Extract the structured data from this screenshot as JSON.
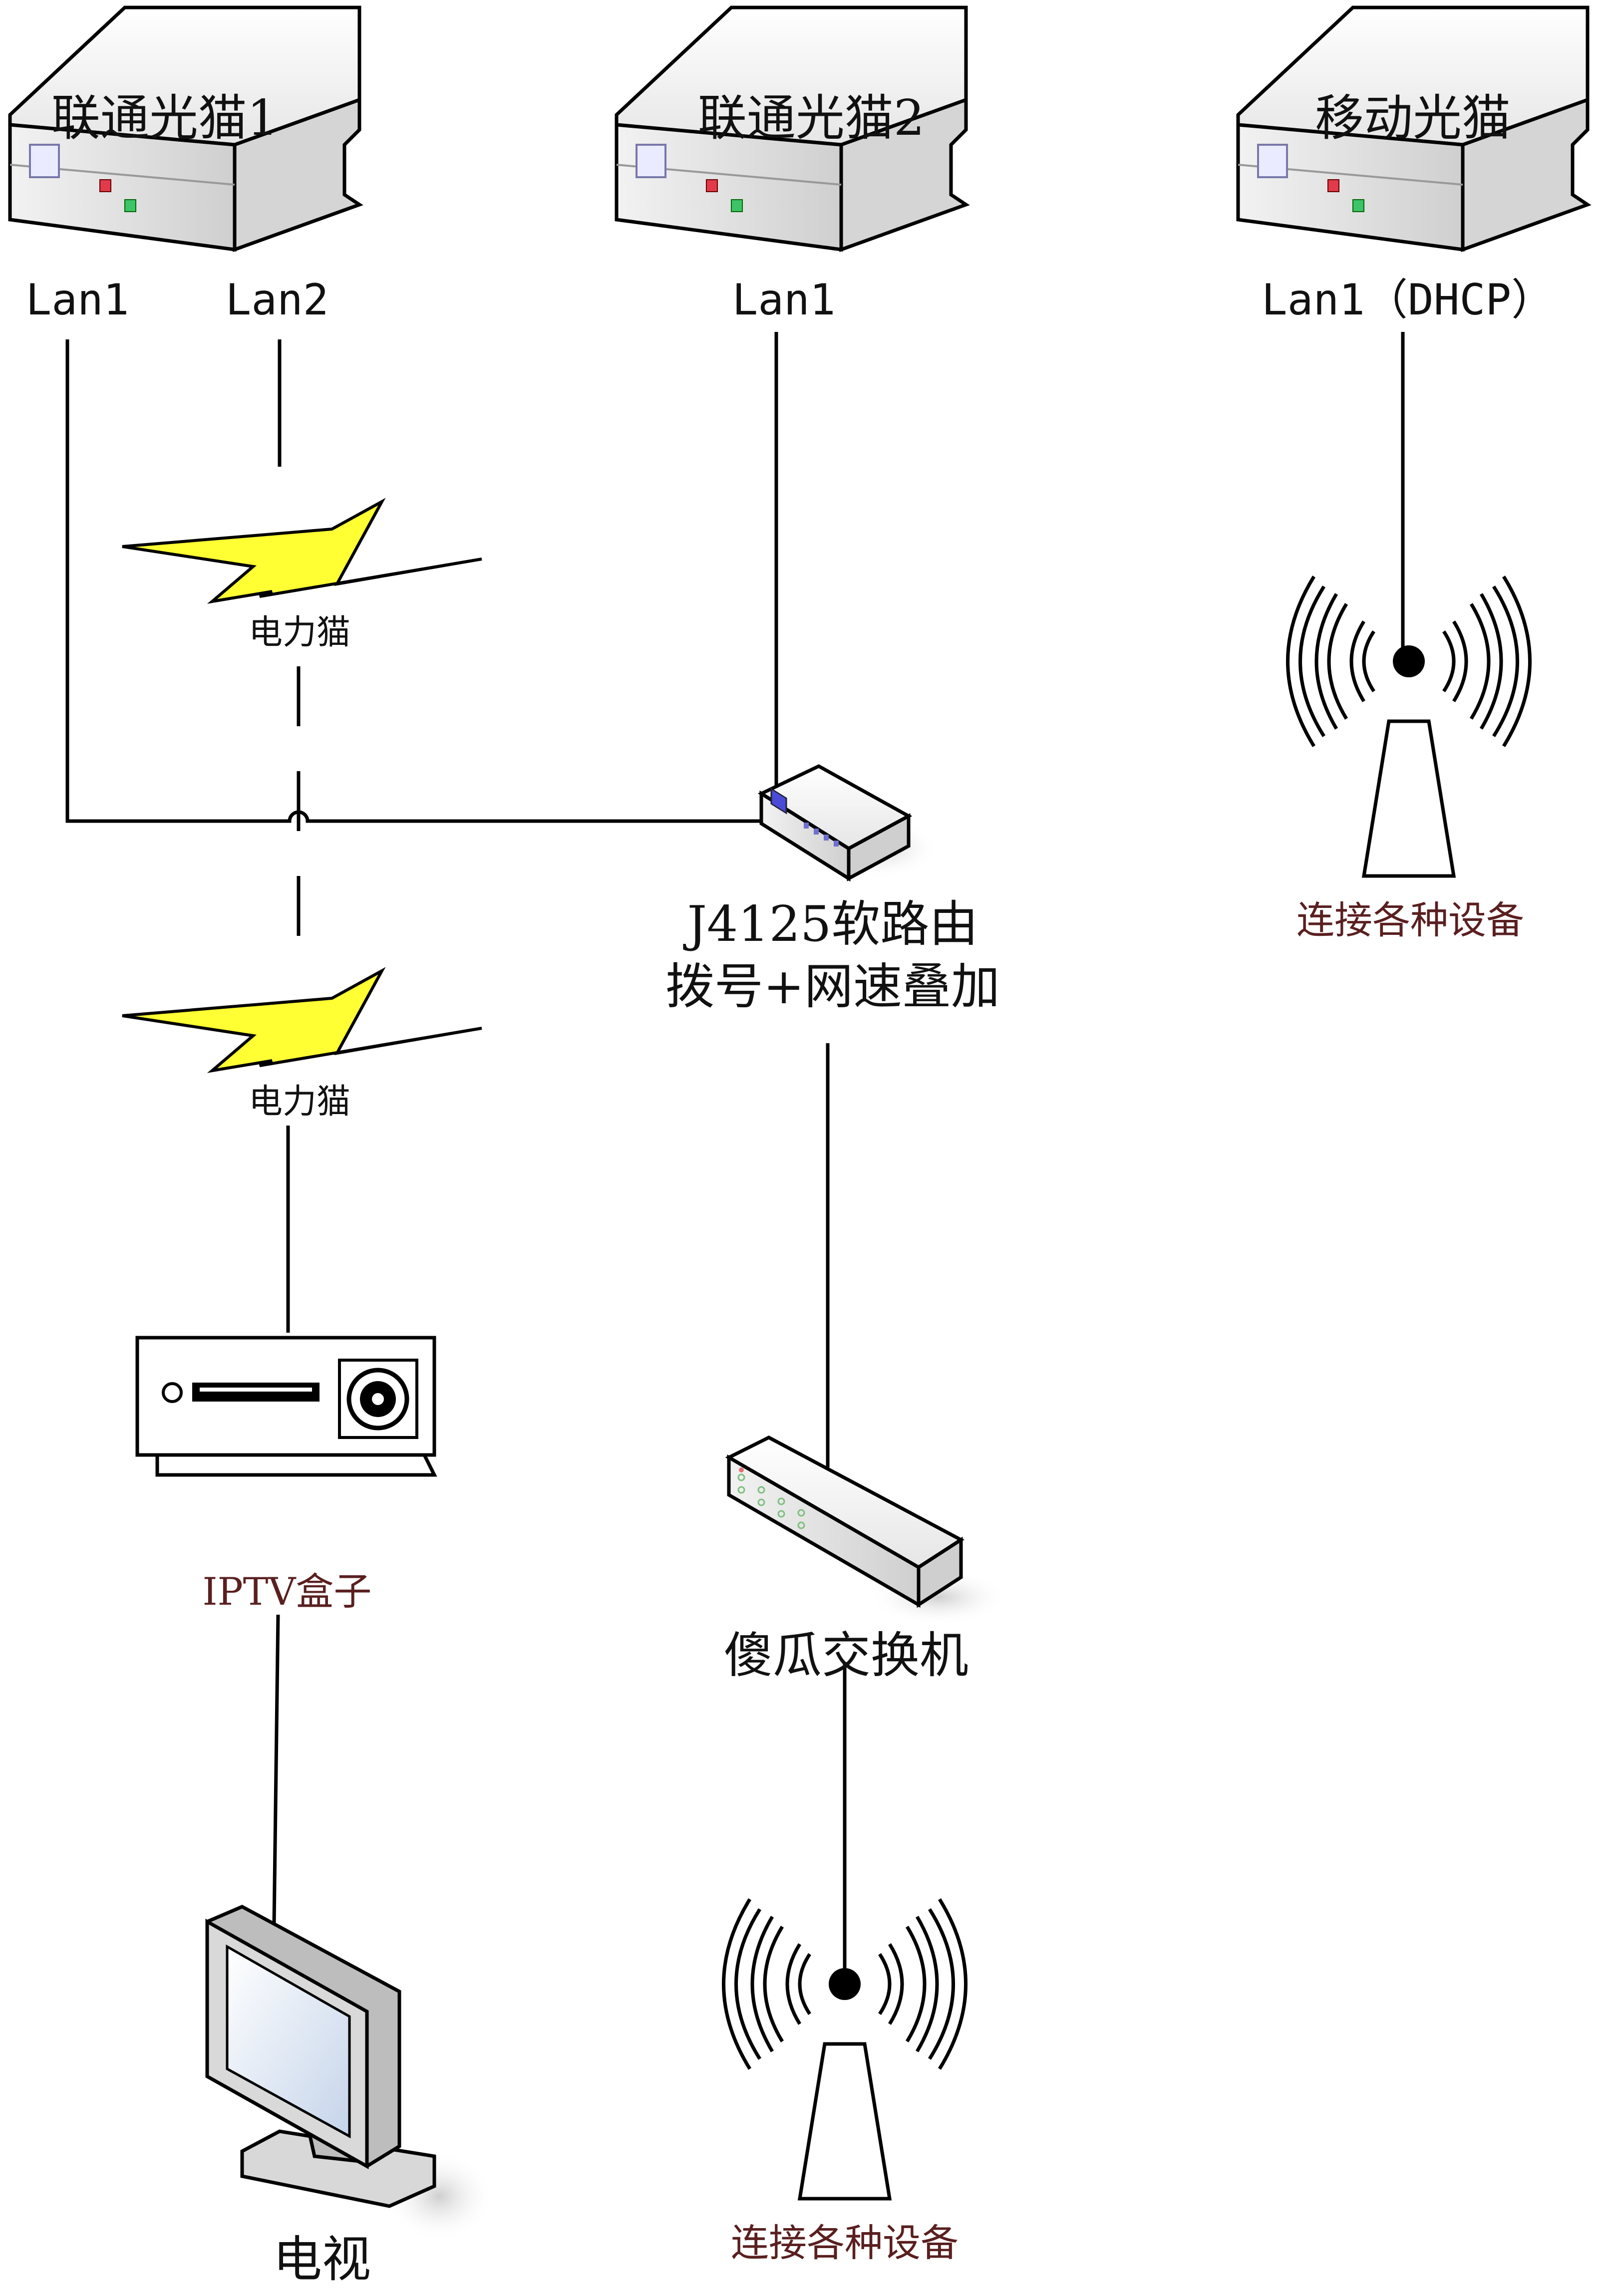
{
  "devices": {
    "modem_unicom1": {
      "title": "联通光猫1",
      "ports": [
        "Lan1",
        "Lan2"
      ]
    },
    "modem_unicom2": {
      "title": "联通光猫2",
      "ports": [
        "Lan1"
      ]
    },
    "modem_mobile": {
      "title": "移动光猫",
      "ports": [
        "Lan1（DHCP）"
      ]
    },
    "powerline_top": {
      "label": "电力猫"
    },
    "powerline_bottom": {
      "label": "电力猫"
    },
    "soft_router": {
      "line1": "J4125软路由",
      "line2": "拨号+网速叠加"
    },
    "iptv_box": {
      "label": "IPTV盒子"
    },
    "switch": {
      "label": "傻瓜交换机"
    },
    "tv": {
      "label": "电视"
    },
    "ap_right": {
      "label": "连接各种设备"
    },
    "ap_bottom": {
      "label": "连接各种设备"
    }
  },
  "colors": {
    "lightning": "#ffff33",
    "modem_led_red": "#e23a4a",
    "modem_led_green": "#3ec468",
    "label_red": "#5a1f1f"
  }
}
